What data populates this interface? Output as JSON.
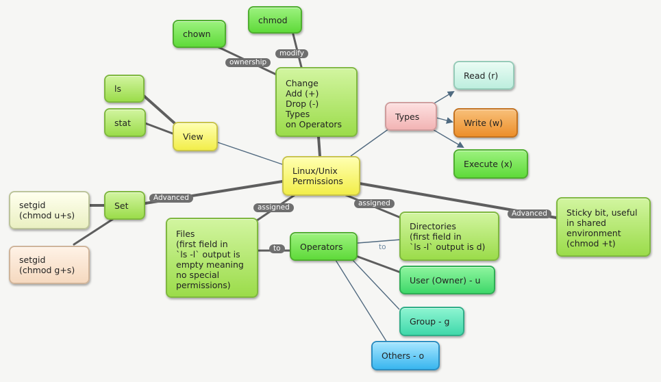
{
  "nodes": {
    "chmod": "chmod",
    "chown": "chown",
    "change": "Change\nAdd (+)\nDrop (-)\nTypes\non Operators",
    "ls": "ls",
    "stat": "stat",
    "view": "View",
    "center": "Linux/Unix\nPermissions",
    "types": "Types",
    "read": "Read (r)",
    "write": "Write (w)",
    "execute": "Execute (x)",
    "setgid_us": "setgid\n(chmod u+s)",
    "setgid_gs": "setgid\n(chmod g+s)",
    "set": "Set",
    "files": "Files\n(first field in\n`ls -l` output is\nempty meaning\nno special\npermissions)",
    "operators": "Operators",
    "directories": "Directories\n(first field in\n`ls -l` output is d)",
    "sticky": "Sticky bit, useful\nin shared\nenvironment\n(chmod +t)",
    "user": "User (Owner) - u",
    "group": "Group - g",
    "others": "Others - o"
  },
  "edge_labels": {
    "modify": "modify",
    "ownership": "ownership",
    "advanced_left": "Advanced",
    "assigned_left": "assigned",
    "assigned_right": "assigned",
    "advanced_right": "Advanced",
    "to_files": "to",
    "to_dirs": "to"
  },
  "colors": {
    "line": "#5e5e5e",
    "arrow": "#4f6a80"
  }
}
